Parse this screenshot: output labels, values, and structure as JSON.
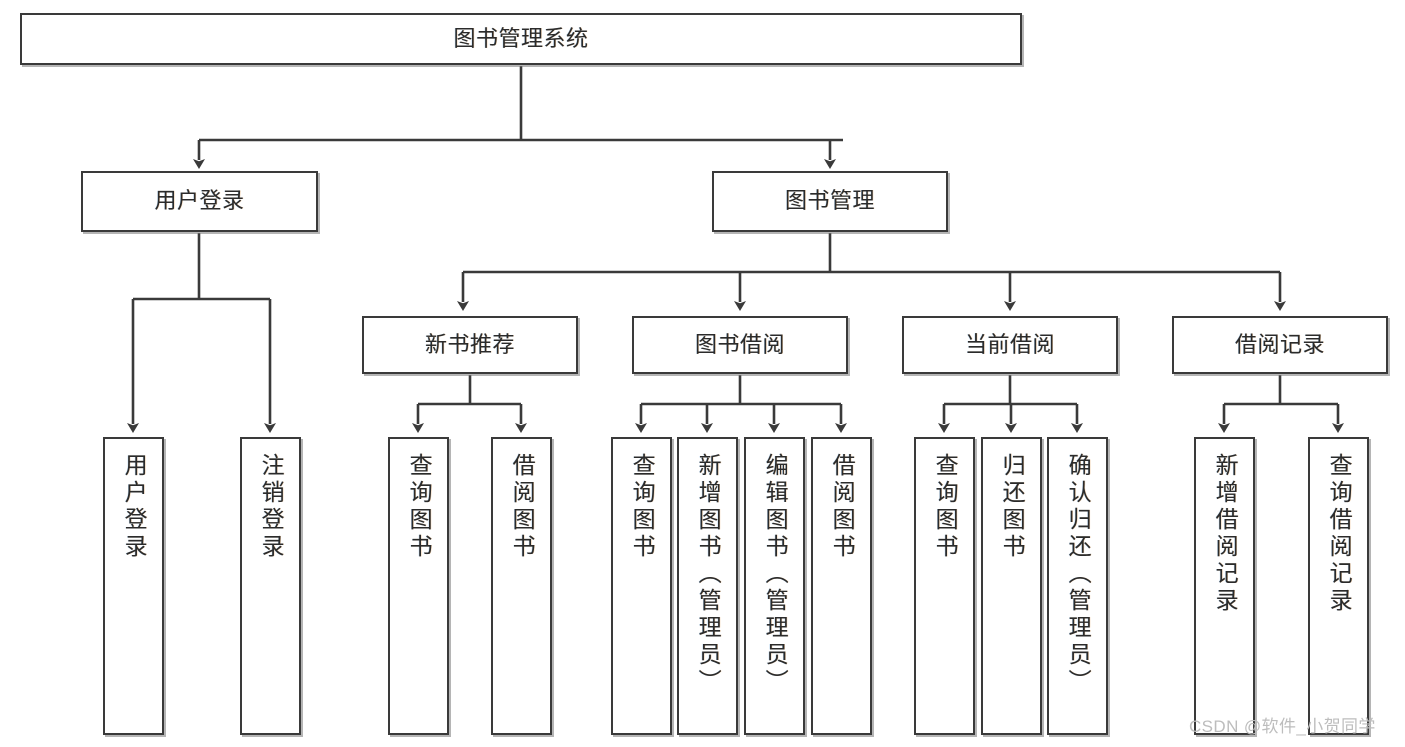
{
  "diagram": {
    "type": "tree-hierarchy",
    "title": "图书管理系统",
    "root": {
      "label": "图书管理系统"
    },
    "level2": [
      {
        "label": "用户登录"
      },
      {
        "label": "图书管理"
      }
    ],
    "level3": [
      {
        "label": "新书推荐"
      },
      {
        "label": "图书借阅"
      },
      {
        "label": "当前借阅"
      },
      {
        "label": "借阅记录"
      }
    ],
    "leaves": [
      {
        "label": "用户登录",
        "parent": "用户登录"
      },
      {
        "label": "注销登录",
        "parent": "用户登录"
      },
      {
        "label": "查询图书",
        "parent": "新书推荐"
      },
      {
        "label": "借阅图书",
        "parent": "新书推荐"
      },
      {
        "label": "查询图书",
        "parent": "图书借阅"
      },
      {
        "label": "新增图书（管理员）",
        "parent": "图书借阅"
      },
      {
        "label": "编辑图书（管理员）",
        "parent": "图书借阅"
      },
      {
        "label": "借阅图书",
        "parent": "图书借阅"
      },
      {
        "label": "查询图书",
        "parent": "当前借阅"
      },
      {
        "label": "归还图书",
        "parent": "当前借阅"
      },
      {
        "label": "确认归还（管理员）",
        "parent": "当前借阅"
      },
      {
        "label": "新增借阅记录",
        "parent": "借阅记录"
      },
      {
        "label": "查询借阅记录",
        "parent": "借阅记录"
      }
    ]
  },
  "watermark": {
    "text": "CSDN @软件_小贺同学"
  },
  "colors": {
    "box_border": "#3a3a3a",
    "box_fill": "#ffffff",
    "text": "#2b2b2b",
    "line": "#3a3a3a",
    "watermark": "#bdbdbd",
    "background": "#ffffff"
  }
}
